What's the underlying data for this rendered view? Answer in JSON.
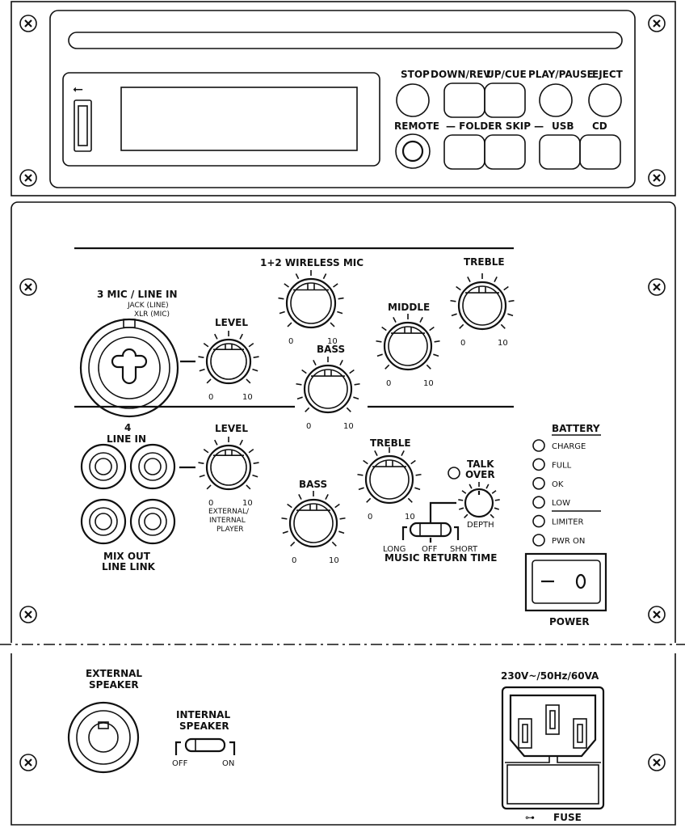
{
  "player": {
    "stop": "STOP",
    "down_rev": "DOWN/REV",
    "up_cue": "UP/CUE",
    "play_pause": "PLAY/PAUSE",
    "eject": "EJECT",
    "remote": "REMOTE",
    "folder_skip": "— FOLDER SKIP —",
    "usb": "USB",
    "cd": "CD"
  },
  "mixer": {
    "wireless_mic": "1+2 WIRELESS MIC",
    "treble": "TREBLE",
    "middle": "MIDDLE",
    "bass": "BASS",
    "level": "LEVEL",
    "mic_line_in": "3 MIC / LINE IN",
    "jack_line": "JACK (LINE)",
    "xlr_mic": "XLR (MIC)",
    "line_in_num": "4",
    "line_in": "LINE IN",
    "mix_out": "MIX OUT",
    "line_link": "LINE LINK",
    "external_internal_player": [
      "EXTERNAL/",
      "INTERNAL",
      "PLAYER"
    ],
    "talk_over": [
      "TALK",
      "OVER"
    ],
    "depth": "DEPTH",
    "music_return_time": "MUSIC RETURN TIME",
    "switch_positions": [
      "LONG",
      "OFF",
      "SHORT"
    ],
    "scale_min": "0",
    "scale_max": "10"
  },
  "battery": {
    "title": "BATTERY",
    "leds": [
      "CHARGE",
      "FULL",
      "OK",
      "LOW",
      "LIMITER",
      "PWR ON"
    ]
  },
  "power": {
    "label": "POWER"
  },
  "rear": {
    "external_speaker": [
      "EXTERNAL",
      "SPEAKER"
    ],
    "internal_speaker": [
      "INTERNAL",
      "SPEAKER"
    ],
    "off": "OFF",
    "on": "ON",
    "mains_rating": "230V~/50Hz/60VA",
    "fuse": "FUSE"
  }
}
